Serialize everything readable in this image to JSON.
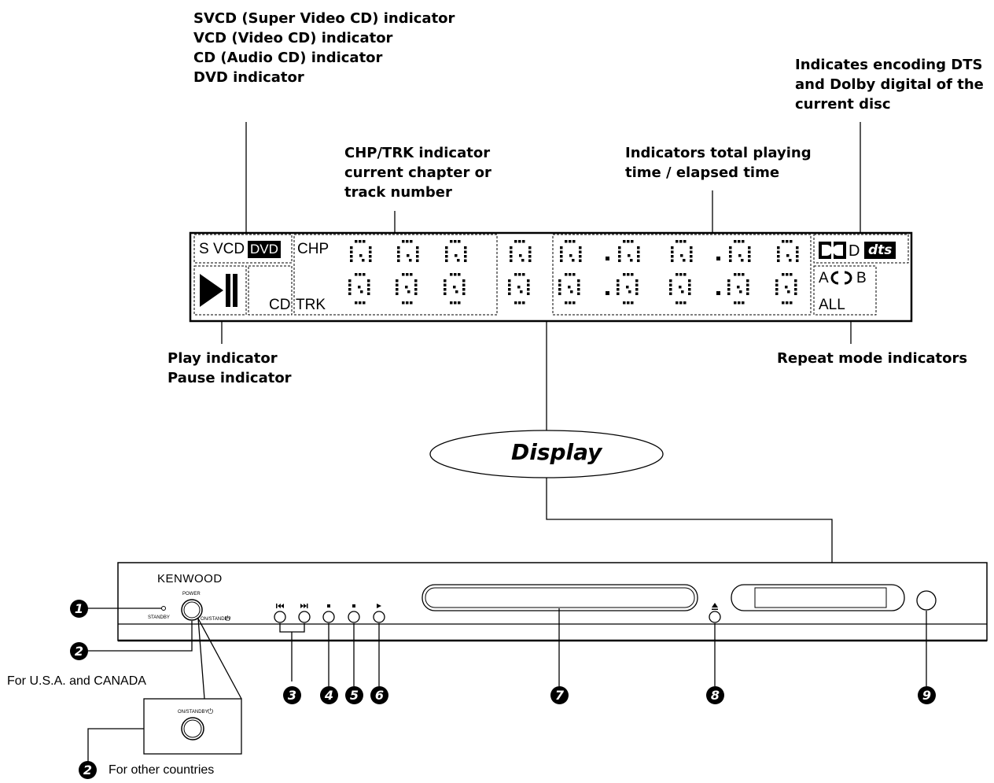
{
  "callouts": {
    "disc_types": [
      "SVCD (Super Video CD) indicator",
      "VCD (Video CD) indicator",
      "CD (Audio CD) indicator",
      "DVD indicator"
    ],
    "encoding": [
      "Indicates encoding DTS",
      "and Dolby digital of the",
      "current disc"
    ],
    "chapter": [
      "CHP/TRK indicator",
      "current chapter or",
      "track number"
    ],
    "time": [
      "Indicators total playing",
      "time / elapsed time"
    ],
    "play": [
      "Play indicator",
      "Pause indicator"
    ],
    "repeat": "Repeat mode  indicators",
    "display": "Display",
    "usa": "For U.S.A. and CANADA",
    "other": "For other countries"
  },
  "lcd": {
    "svcd": "S VCD",
    "dvd": "DVD",
    "chp": "CHP",
    "trk": "TRK",
    "cd": "CD",
    "dolby_d": "D",
    "dts": "dts",
    "repeat_a": "A",
    "repeat_b": "B",
    "repeat_all": "ALL"
  },
  "player": {
    "brand": "KENWOOD",
    "power": "POWER",
    "standby": "STANDBY",
    "on_standby": "ON/STANDBY",
    "on_standby_inset": "ON/STANDBY"
  },
  "numbers": [
    "1",
    "2",
    "3",
    "4",
    "5",
    "6",
    "7",
    "8",
    "9",
    "2"
  ],
  "icons": {
    "play": "play-triangle-icon",
    "pause": "pause-bars-icon",
    "repeat": "repeat-loop-icon",
    "dolby": "dolby-double-d-icon",
    "eject": "eject-icon",
    "prev": "skip-previous-icon",
    "next": "skip-next-icon",
    "stop": "stop-icon",
    "power": "power-symbol-icon"
  }
}
